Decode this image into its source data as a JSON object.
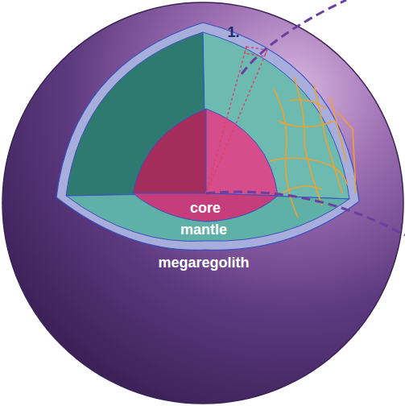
{
  "diagram": {
    "labels": [
      "1.",
      "core",
      "mantle",
      "megaregolith"
    ]
  }
}
